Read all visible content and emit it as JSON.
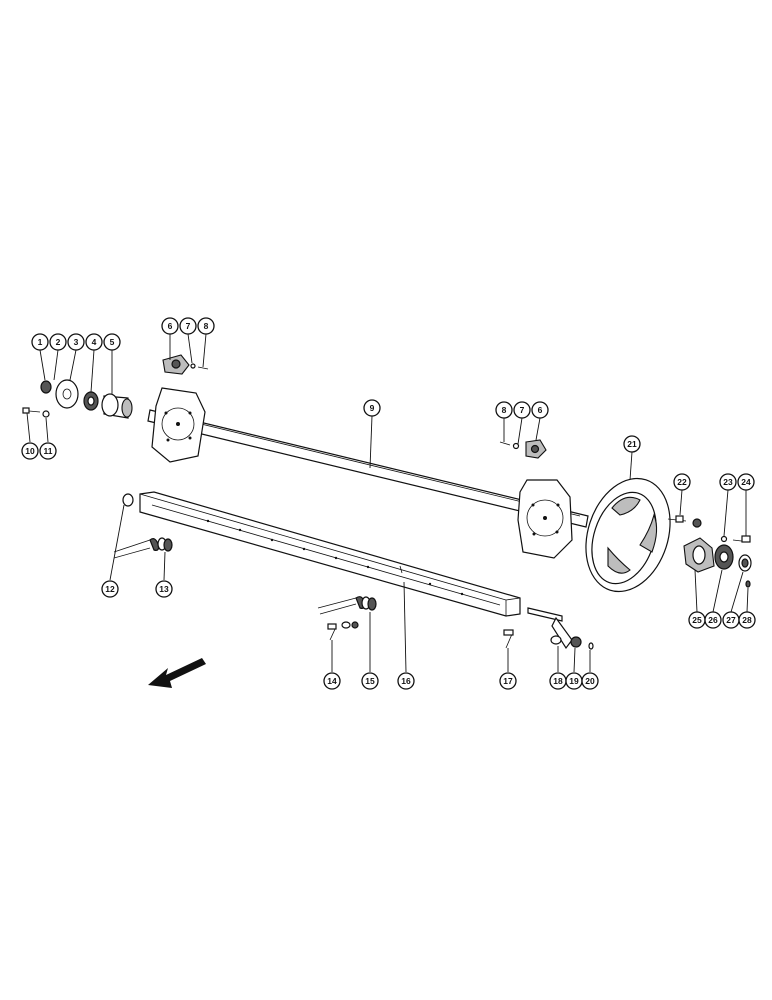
{
  "diagram": {
    "callouts": [
      {
        "id": "c1",
        "label": "1"
      },
      {
        "id": "c2",
        "label": "2"
      },
      {
        "id": "c3",
        "label": "3"
      },
      {
        "id": "c4",
        "label": "4"
      },
      {
        "id": "c5",
        "label": "5"
      },
      {
        "id": "c6a",
        "label": "6"
      },
      {
        "id": "c7a",
        "label": "7"
      },
      {
        "id": "c8a",
        "label": "8"
      },
      {
        "id": "c9",
        "label": "9"
      },
      {
        "id": "c10",
        "label": "10"
      },
      {
        "id": "c11",
        "label": "11"
      },
      {
        "id": "c8b",
        "label": "8"
      },
      {
        "id": "c7b",
        "label": "7"
      },
      {
        "id": "c6b",
        "label": "6"
      },
      {
        "id": "c12",
        "label": "12"
      },
      {
        "id": "c13",
        "label": "13"
      },
      {
        "id": "c14",
        "label": "14"
      },
      {
        "id": "c15",
        "label": "15"
      },
      {
        "id": "c16",
        "label": "16"
      },
      {
        "id": "c17",
        "label": "17"
      },
      {
        "id": "c18",
        "label": "18"
      },
      {
        "id": "c19",
        "label": "19"
      },
      {
        "id": "c20",
        "label": "20"
      },
      {
        "id": "c21",
        "label": "21"
      },
      {
        "id": "c22",
        "label": "22"
      },
      {
        "id": "c23",
        "label": "23"
      },
      {
        "id": "c24",
        "label": "24"
      },
      {
        "id": "c25",
        "label": "25"
      },
      {
        "id": "c26",
        "label": "26"
      },
      {
        "id": "c27",
        "label": "27"
      },
      {
        "id": "c28",
        "label": "28"
      }
    ]
  }
}
